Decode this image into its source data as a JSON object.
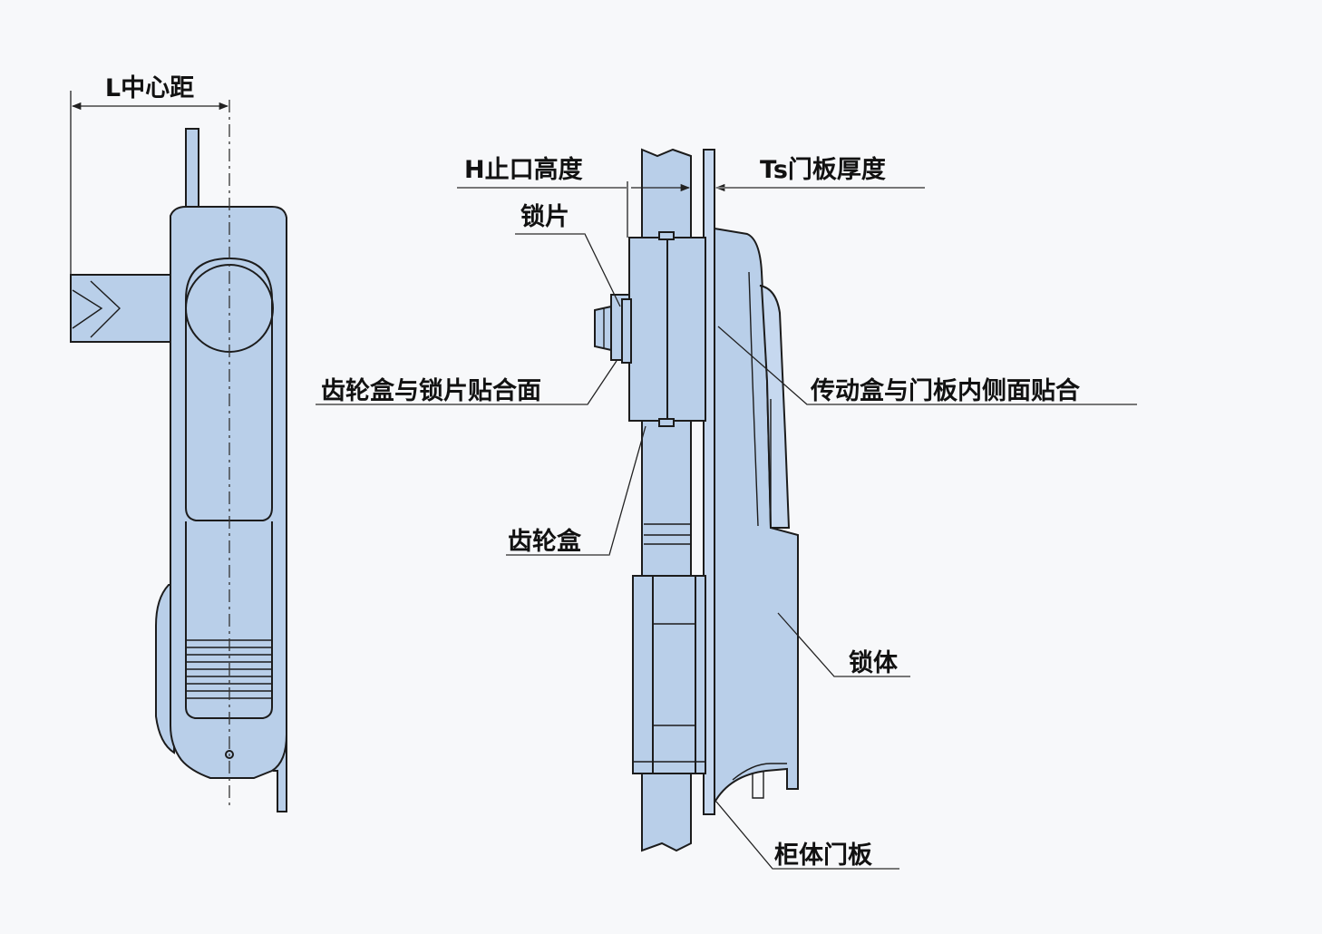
{
  "labels": {
    "l_center_distance": "L中心距",
    "h_stop_height": "H止口高度",
    "ts_door_thickness": "Ts门板厚度",
    "lock_plate": "锁片",
    "gearbox_plate_face": "齿轮盒与锁片贴合面",
    "transmission_door_face": "传动盒与门板内侧面贴合",
    "gearbox": "齿轮盒",
    "lock_body": "锁体",
    "cabinet_door": "柜体门板"
  },
  "colors": {
    "part_fill": "#b9cfe9",
    "line": "#1c1c1c",
    "background": "#f7f8fa"
  }
}
